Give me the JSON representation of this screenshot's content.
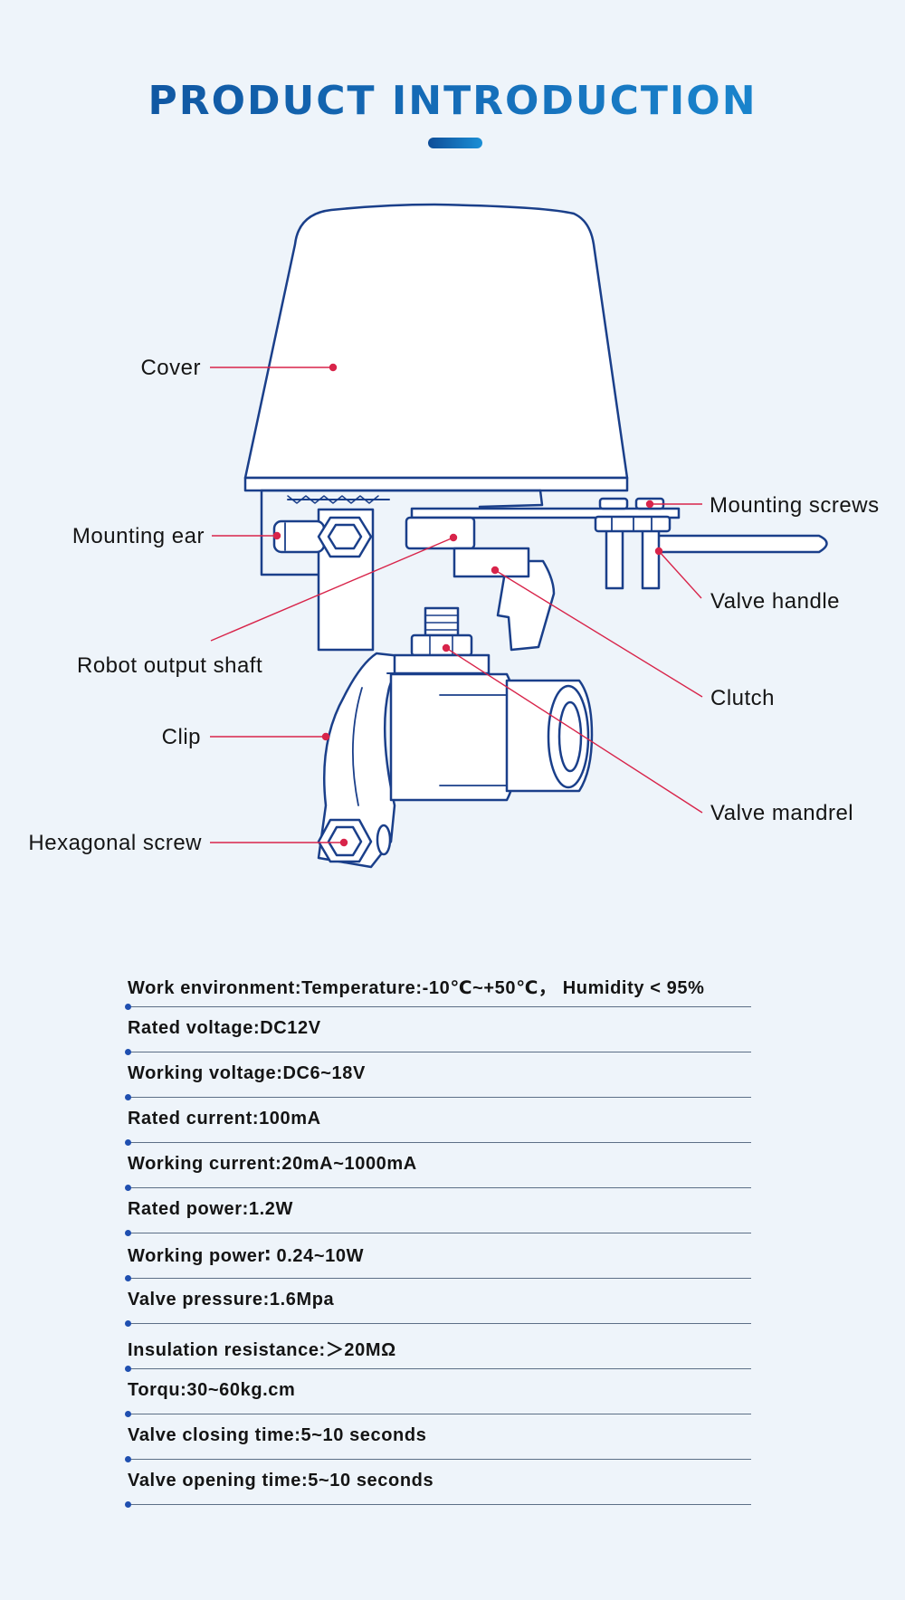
{
  "title": "PRODUCT INTRODUCTION",
  "colors": {
    "title_start": "#0e4d98",
    "title_end": "#1b8fd6",
    "outline": "#1a3f8a",
    "leader": "#d8244a",
    "background": "#eef4fa"
  },
  "labels": {
    "cover": "Cover",
    "mounting_ear": "Mounting ear",
    "robot_output_shaft": "Robot output shaft",
    "clip": "Clip",
    "hexagonal_screw": "Hexagonal screw",
    "mounting_screws": "Mounting screws",
    "valve_handle": "Valve handle",
    "clutch": "Clutch",
    "valve_mandrel": "Valve mandrel"
  },
  "specs": [
    "Work environment:Temperature:-10℃~+50℃， Humidity < 95%",
    "Rated voltage:DC12V",
    "Working voltage:DC6~18V",
    "Rated current:100mA",
    "Working current:20mA~1000mA",
    "Rated power:1.2W",
    "Working power∶ 0.24~10W",
    "Valve pressure:1.6Mpa",
    "Insulation resistance:＞20MΩ",
    "Torqu:30~60kg.cm",
    "Valve closing time:5~10 seconds",
    "Valve opening time:5~10 seconds"
  ]
}
